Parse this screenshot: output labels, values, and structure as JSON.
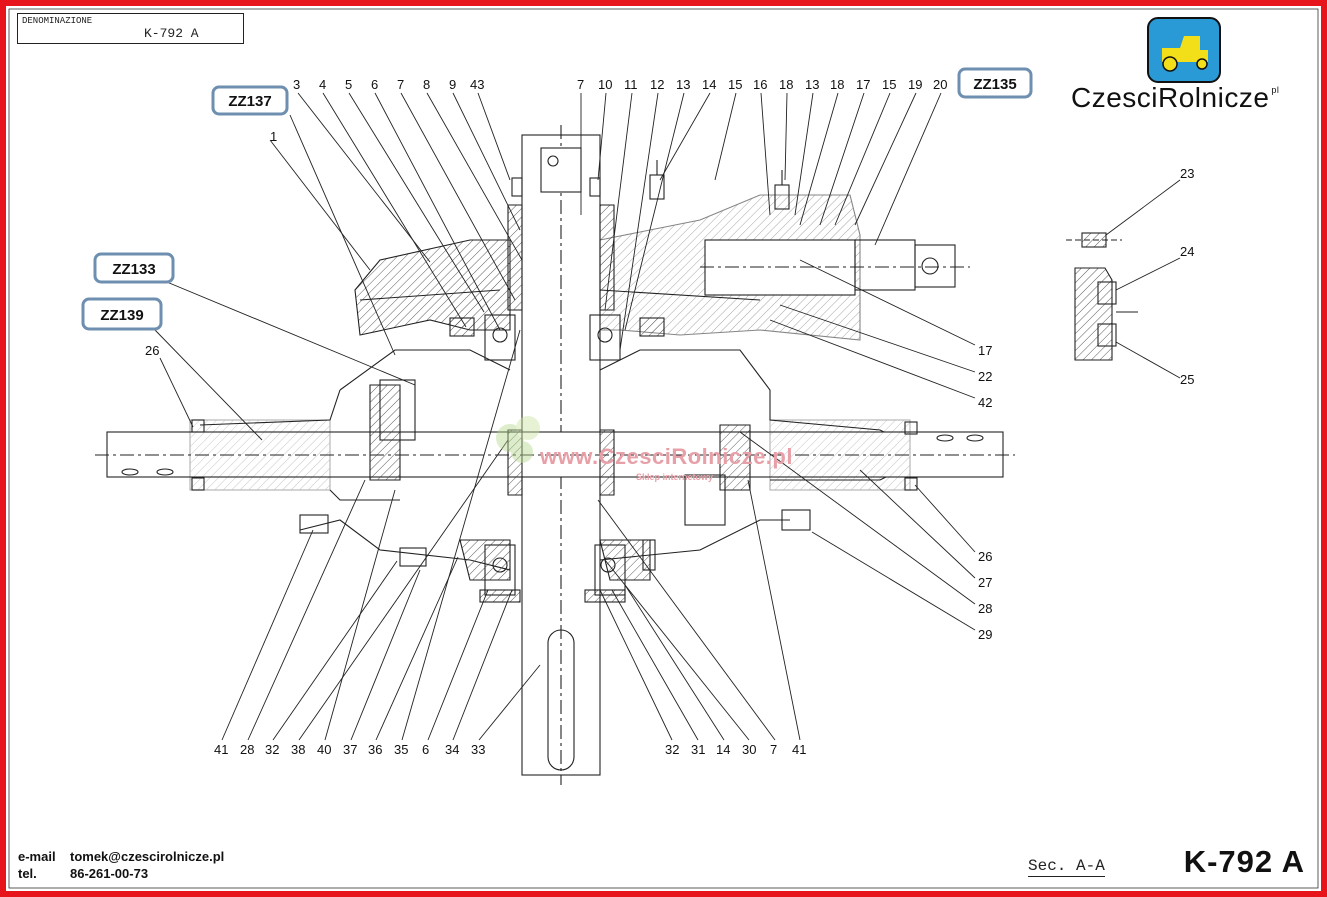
{
  "title_box": {
    "label": "DENOMINAZIONE",
    "value": "K-792 A"
  },
  "brand": {
    "name": "CzesciRolnicze",
    "mark": "pl",
    "logo_color": "#2a9ad6",
    "tractor_color": "#f2df1a"
  },
  "watermark": {
    "text": "www.CzesciRolnicze.pl",
    "subtitle": "Sklep internetowy"
  },
  "badges": [
    "ZZ137",
    "ZZ135",
    "ZZ133",
    "ZZ139"
  ],
  "callouts": {
    "top": [
      "3",
      "4",
      "5",
      "6",
      "7",
      "8",
      "9",
      "43",
      "7",
      "10",
      "11",
      "12",
      "13",
      "14",
      "15",
      "16",
      "18",
      "13",
      "18",
      "17",
      "15",
      "19",
      "20"
    ],
    "left": [
      "1",
      "26"
    ],
    "right": [
      "17",
      "22",
      "42",
      "26",
      "27",
      "28",
      "29"
    ],
    "detail": [
      "23",
      "24",
      "25"
    ],
    "bottom": [
      "41",
      "28",
      "32",
      "38",
      "40",
      "37",
      "36",
      "35",
      "6",
      "34",
      "33",
      "32",
      "31",
      "14",
      "30",
      "7",
      "41"
    ]
  },
  "section_label": "Sec. A-A",
  "drawing_code": "K-792 A",
  "contact": {
    "email_label": "e-mail",
    "email": "tomek@czescirolnicze.pl",
    "tel_label": "tel.",
    "tel": "86-261-00-73"
  },
  "colors": {
    "frame": "#e8141c",
    "badge_border": "#6e8fb0",
    "line": "#222222",
    "watermark": "#e8a0a8"
  }
}
